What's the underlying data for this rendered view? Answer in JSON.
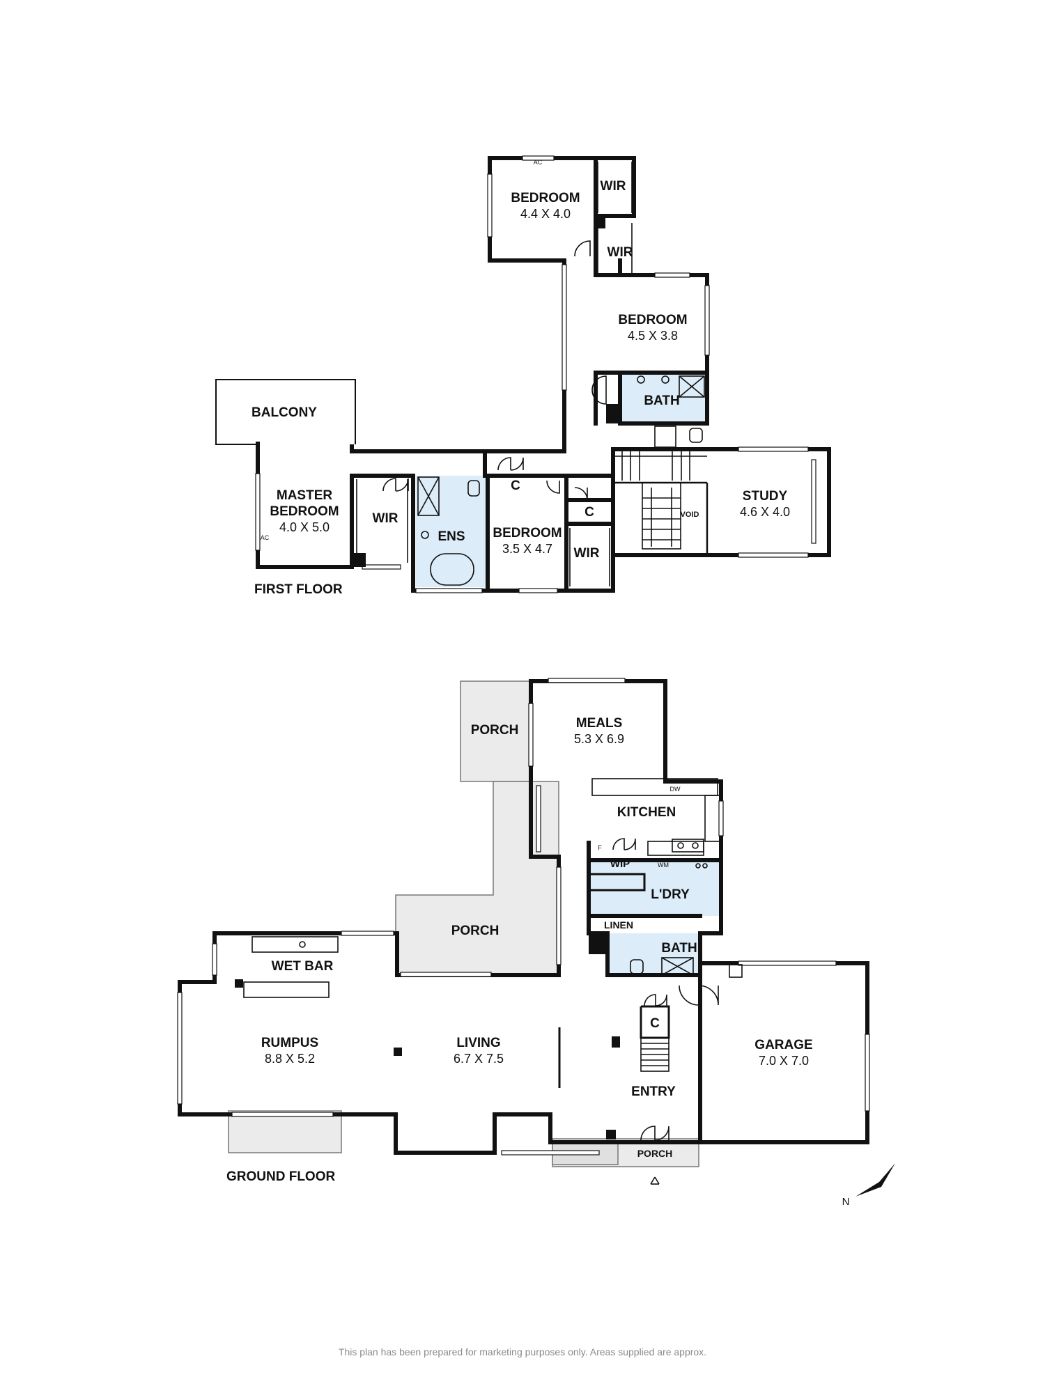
{
  "first_floor": {
    "title": "FIRST FLOOR",
    "rooms": {
      "bedroom_1": {
        "name": "BEDROOM",
        "size": "4.4 X 4.0"
      },
      "bedroom_2": {
        "name": "BEDROOM",
        "size": "4.5 X 3.8"
      },
      "bedroom_3": {
        "name": "BEDROOM",
        "size": "3.5 X 4.7"
      },
      "master": {
        "name1": "MASTER",
        "name2": "BEDROOM",
        "size": "4.0 X 5.0"
      },
      "study": {
        "name": "STUDY",
        "size": "4.6 X 4.0"
      },
      "balcony": {
        "name": "BALCONY"
      },
      "bath": {
        "name": "BATH"
      },
      "ens": {
        "name": "ENS"
      },
      "wir": "WIR",
      "cupboard": "C",
      "void": "VOID",
      "ac": "AC"
    }
  },
  "ground_floor": {
    "title": "GROUND FLOOR",
    "rooms": {
      "meals": {
        "name": "MEALS",
        "size": "5.3 X 6.9"
      },
      "kitchen": {
        "name": "KITCHEN"
      },
      "wip": {
        "name": "WIP"
      },
      "laundry": {
        "name": "L'DRY"
      },
      "linen": {
        "name": "LINEN"
      },
      "bath": {
        "name": "BATH"
      },
      "porch": "PORCH",
      "wet_bar": {
        "name": "WET BAR"
      },
      "rumpus": {
        "name": "RUMPUS",
        "size": "8.8 X 5.2"
      },
      "living": {
        "name": "LIVING",
        "size": "6.7 X 7.5"
      },
      "entry": {
        "name": "ENTRY"
      },
      "garage": {
        "name": "GARAGE",
        "size": "7.0 X 7.0"
      },
      "cupboard": "C",
      "dw": "DW",
      "f": "F",
      "wm": "WM"
    }
  },
  "compass": {
    "label": "N"
  },
  "disclaimer": "This plan has been prepared for marketing purposes only. Areas supplied are approx."
}
